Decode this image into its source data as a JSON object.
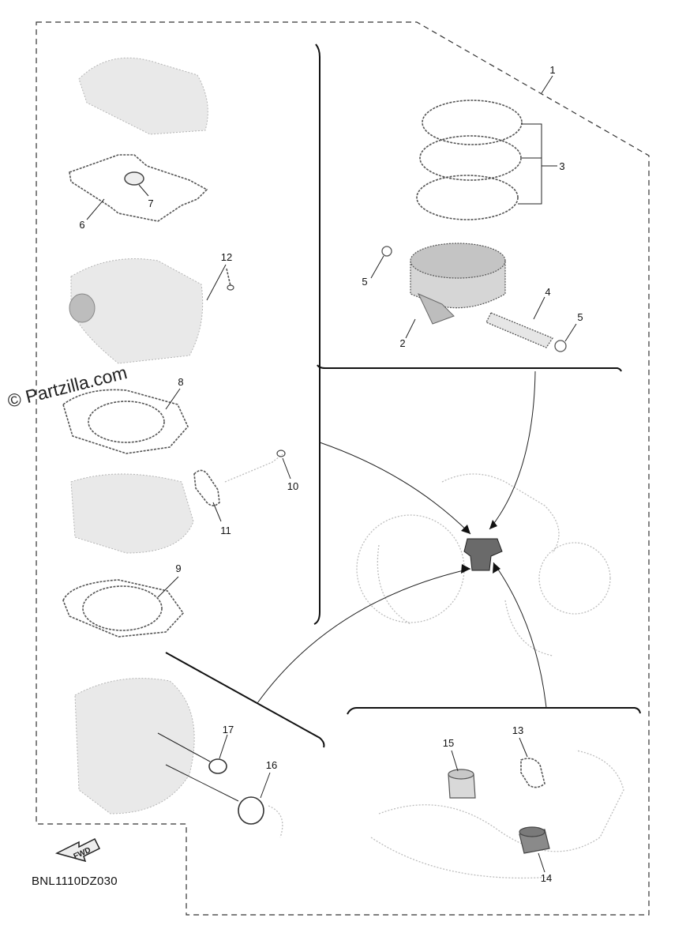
{
  "diagram_code": "BNL1110DZ030",
  "watermark": "© Partzilla.com",
  "fwd_label": "FWD",
  "callouts": {
    "c1": "1",
    "c2": "2",
    "c3": "3",
    "c4": "4",
    "c5a": "5",
    "c5b": "5",
    "c6": "6",
    "c7": "7",
    "c8": "8",
    "c9": "9",
    "c10": "10",
    "c11": "11",
    "c12": "12",
    "c13": "13",
    "c14": "14",
    "c15": "15",
    "c16": "16",
    "c17": "17"
  },
  "colors": {
    "line": "#111111",
    "ghost": "#bdbdbd",
    "part": "#555555"
  }
}
